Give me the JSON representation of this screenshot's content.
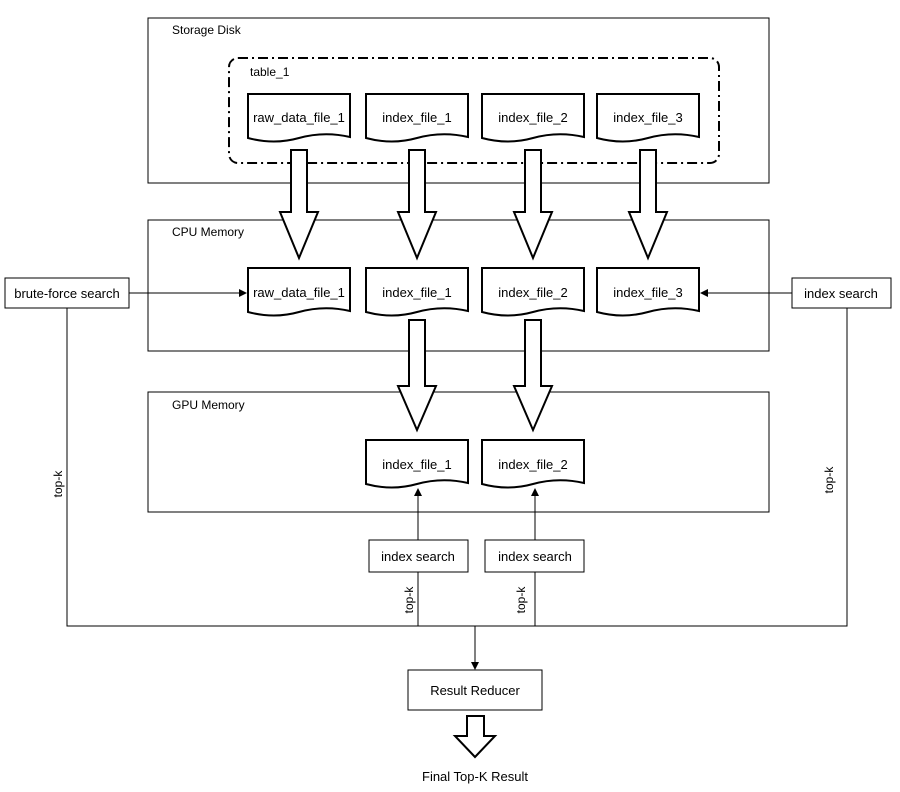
{
  "storage": {
    "title": "Storage Disk",
    "table_label": "table_1",
    "files": [
      "raw_data_file_1",
      "index_file_1",
      "index_file_2",
      "index_file_3"
    ]
  },
  "cpu": {
    "title": "CPU Memory",
    "files": [
      "raw_data_file_1",
      "index_file_1",
      "index_file_2",
      "index_file_3"
    ]
  },
  "gpu": {
    "title": "GPU Memory",
    "files": [
      "index_file_1",
      "index_file_2"
    ]
  },
  "searches": {
    "brute_force": "brute-force search",
    "cpu_index": "index search",
    "gpu_index_1": "index search",
    "gpu_index_2": "index search"
  },
  "edge_labels": {
    "topk_left": "top-k",
    "topk_right": "top-k",
    "topk_gpu_1": "top-k",
    "topk_gpu_2": "top-k"
  },
  "reducer": {
    "label": "Result Reducer"
  },
  "final": {
    "label": "Final Top-K Result"
  }
}
